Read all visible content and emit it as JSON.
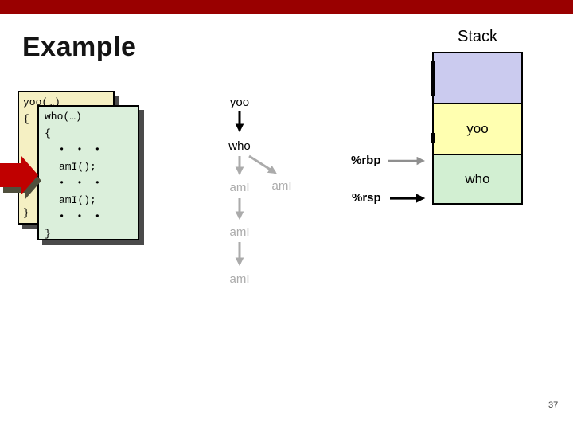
{
  "slide": {
    "title": "Example",
    "page_number": "37"
  },
  "code_boxes": {
    "yoo": {
      "lines": [
        "yoo(…)",
        "{",
        "}"
      ]
    },
    "who": {
      "lines": [
        "who(…)",
        "{",
        "• • •",
        "amI();",
        "• • •",
        "amI();",
        "• • •",
        "}"
      ]
    }
  },
  "call_tree": {
    "nodes": [
      {
        "label": "yoo"
      },
      {
        "label": "who"
      },
      {
        "label": "amI"
      },
      {
        "label": "amI"
      },
      {
        "label": "amI"
      },
      {
        "label": "amI"
      }
    ]
  },
  "stack": {
    "title": "Stack",
    "frames": [
      {
        "label": ""
      },
      {
        "label": "yoo"
      },
      {
        "label": "who"
      }
    ],
    "registers": [
      {
        "label": "%rbp"
      },
      {
        "label": "%rsp"
      }
    ]
  },
  "colors": {
    "accent_bar": "#990000",
    "red_arrow": "#C00000",
    "code_box_yellow": "#F5F0C3",
    "code_box_green": "#DBEFDB",
    "stack_lavender": "#CBCBEF",
    "stack_yellow": "#FFFFB0",
    "stack_green": "#D2EFD2",
    "inactive_gray": "#ABABAB"
  }
}
